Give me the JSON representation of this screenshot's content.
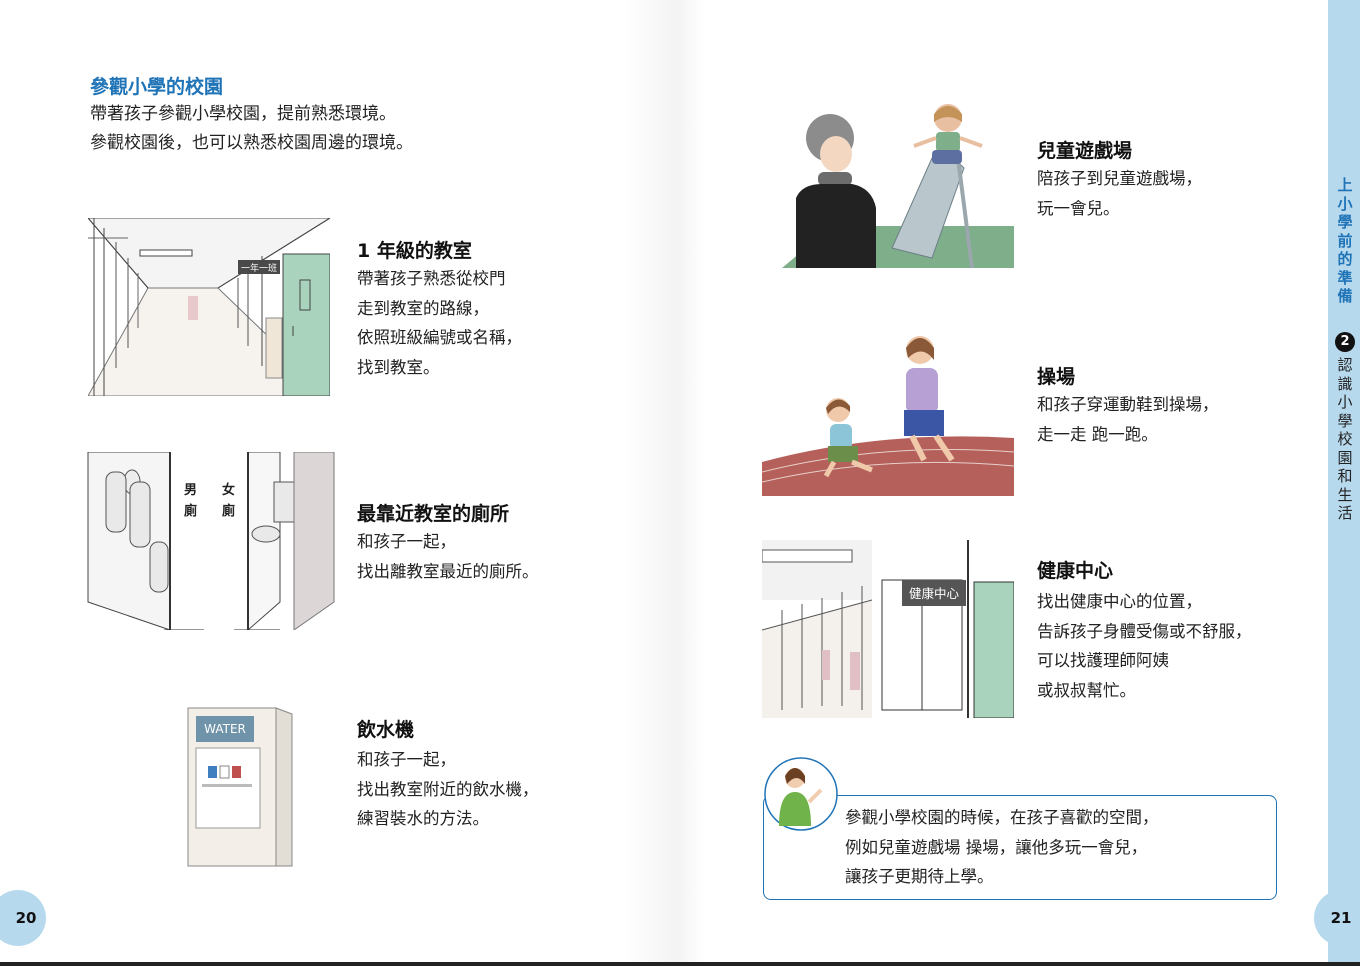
{
  "left_page": {
    "title": "參觀小學的校園",
    "intro": "帶著孩子參觀小學校園，提前熟悉環境。\n參觀校園後，也可以熟悉校園周邊的環境。",
    "sections": [
      {
        "heading": "1 年級的教室",
        "body": "帶著孩子熟悉從校門\n走到教室的路線，\n依照班級編號或名稱，\n找到教室。",
        "sign": "一年一班"
      },
      {
        "heading": "最靠近教室的廁所",
        "body": "和孩子一起，\n找出離教室最近的廁所。",
        "sign_men": "男\n廁",
        "sign_women": "女\n廁"
      },
      {
        "heading": "飲水機",
        "body": "和孩子一起，\n找出教室附近的飲水機，\n練習裝水的方法。",
        "sign": "WATER"
      }
    ],
    "page_number": "20"
  },
  "right_page": {
    "sections": [
      {
        "heading": "兒童遊戲場",
        "body": "陪孩子到兒童遊戲場，\n玩一會兒。"
      },
      {
        "heading": "操場",
        "body": "和孩子穿運動鞋到操場，\n走一走  跑一跑。"
      },
      {
        "heading": "健康中心",
        "body": "找出健康中心的位置，\n告訴孩子身體受傷或不舒服，\n可以找護理師阿姨\n或叔叔幫忙。",
        "sign": "健康中心"
      }
    ],
    "tip": "參觀小學校園的時候，在孩子喜歡的空間，\n例如兒童遊戲場  操場，讓他多玩一會兒，\n讓孩子更期待上學。",
    "page_number": "21"
  },
  "side_tab": {
    "chapter": "上\n小\n學\n前\n的\n準\n備",
    "section_number": "2",
    "section": "認\n識\n小\n學\n校\n園\n和\n生\n活"
  },
  "colors": {
    "accent_blue": "#1f73b7",
    "tab_blue": "#b7d9ee",
    "door_green": "#a9d3bd",
    "track_red": "#b5605a",
    "grass_green": "#7fae8a"
  }
}
